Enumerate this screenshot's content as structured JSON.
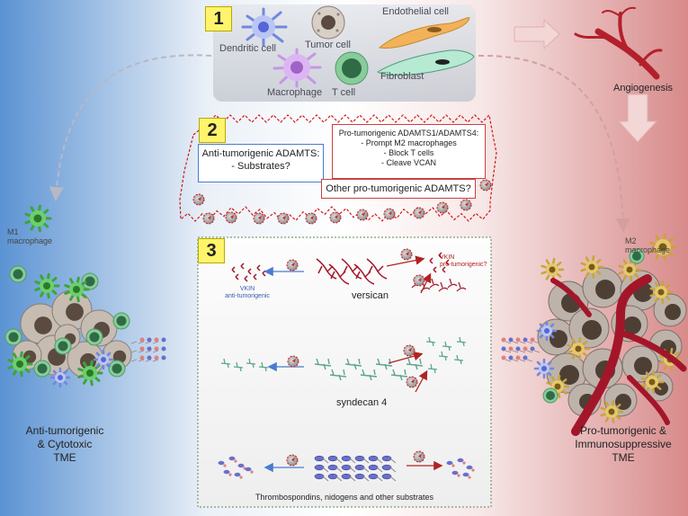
{
  "section_numbers": {
    "one": "1",
    "two": "2",
    "three": "3"
  },
  "cell_types": {
    "dendritic": "Dendritic cell",
    "tumor": "Tumor cell",
    "endothelial": "Endothelial cell",
    "macrophage": "Macrophage",
    "tcell": "T cell",
    "fibroblast": "Fibroblast"
  },
  "angiogenesis": "Angiogenesis",
  "anti_box": {
    "line1": "Anti-tumorigenic ADAMTS:",
    "line2": "- Substrates?"
  },
  "pro_box": {
    "title": "Pro-tumorigenic ADAMTS1/ADAMTS4:",
    "items": [
      "- Prompt M2 macrophages",
      "- Block T cells",
      "- Cleave VCAN"
    ]
  },
  "other_box": "Other pro-tumorigenic ADAMTS?",
  "m1": {
    "line1": "M1",
    "line2": "macrophage"
  },
  "m2": {
    "line1": "M2",
    "line2": "macrophage"
  },
  "left_tme": {
    "line1": "Anti-tumorigenic",
    "line2": "& Cytotoxic",
    "line3": "TME"
  },
  "right_tme": {
    "line1": "Pro-tumorigenic &",
    "line2": "Immunosuppressive",
    "line3": "TME"
  },
  "substrates": {
    "versican": "versican",
    "vkin_anti": {
      "line1": "VKIN",
      "line2": "anti-tumorigenic"
    },
    "vkin_pro": {
      "line1": "VKIN",
      "line2": "pro-tumorigenic?"
    },
    "syndecan": "syndecan 4",
    "thrombo": "Thrombospondins, nidogens and other substrates"
  },
  "colors": {
    "left_blue": "#5b93d3",
    "right_red": "#d88a8a",
    "dashed_red": "#d01818",
    "box_blue": "#4a7bd1",
    "box_red": "#c94040",
    "badge_yellow": "#fff46b"
  }
}
